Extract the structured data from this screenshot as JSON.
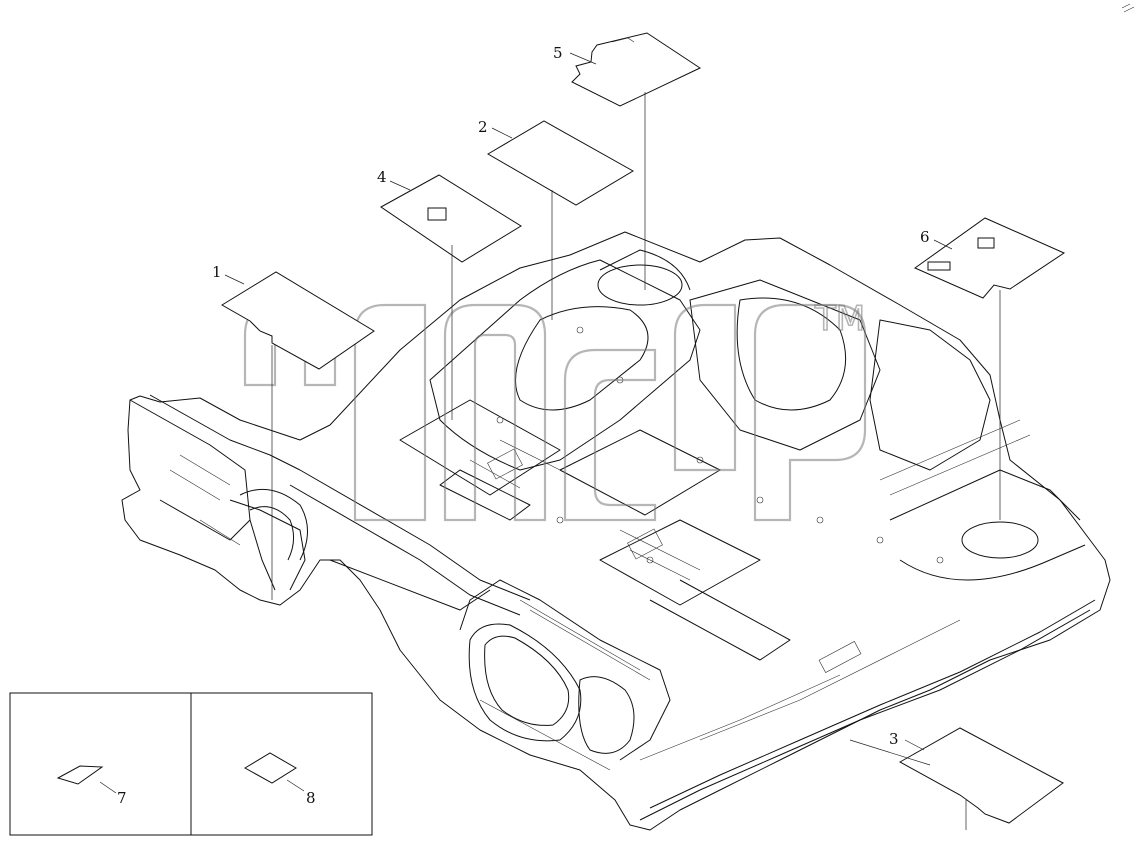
{
  "callouts": {
    "c1": "1",
    "c2": "2",
    "c3": "3",
    "c4": "4",
    "c5": "5",
    "c6": "6",
    "c7": "7",
    "c8": "8"
  },
  "watermark": {
    "text": "TM"
  },
  "colors": {
    "line": "#111111",
    "watermark": "#7a7a7a",
    "background": "#ffffff"
  }
}
